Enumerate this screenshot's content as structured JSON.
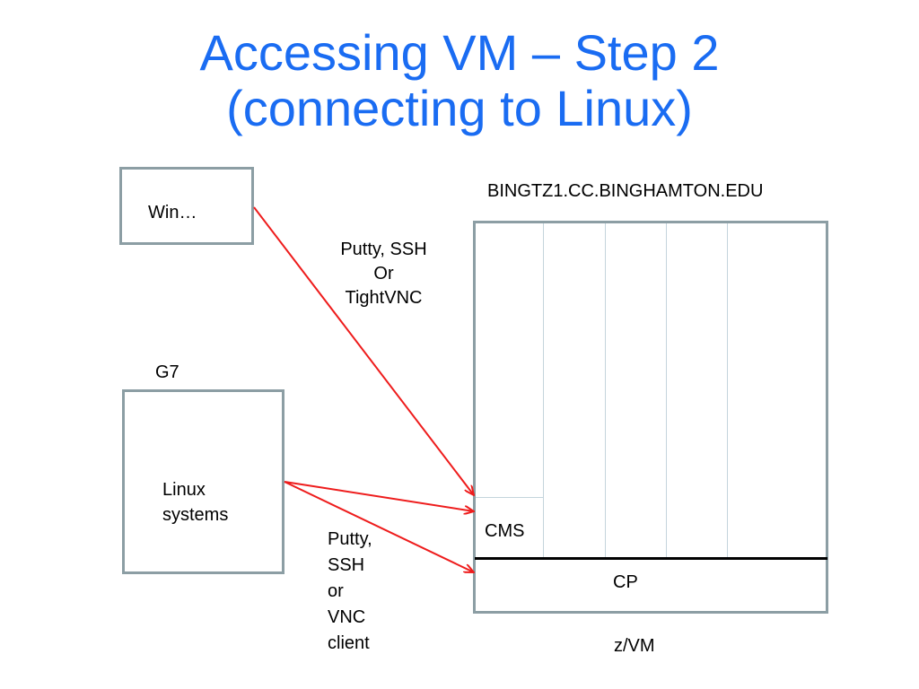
{
  "slide": {
    "title_line1": "Accessing VM – Step 2",
    "title_line2": "(connecting to Linux)",
    "title_color": "#1a6cf2",
    "arrow_color": "#ee1c1c"
  },
  "windows_box": {
    "label": "Win…"
  },
  "linux_box": {
    "group_label": "G7",
    "label_line1": "Linux",
    "label_line2": "systems"
  },
  "top_connection": {
    "line1": "Putty, SSH",
    "line2": "Or",
    "line3": "TightVNC"
  },
  "bottom_connection": {
    "line1": "Putty,",
    "line2": "SSH",
    "line3": "or",
    "line4": "VNC",
    "line5": "client"
  },
  "mainframe": {
    "hostname": "BINGTZ1.CC.BINGHAMTON.EDU",
    "cms_label": "CMS",
    "cp_label": "CP",
    "footer_label": "z/VM"
  }
}
